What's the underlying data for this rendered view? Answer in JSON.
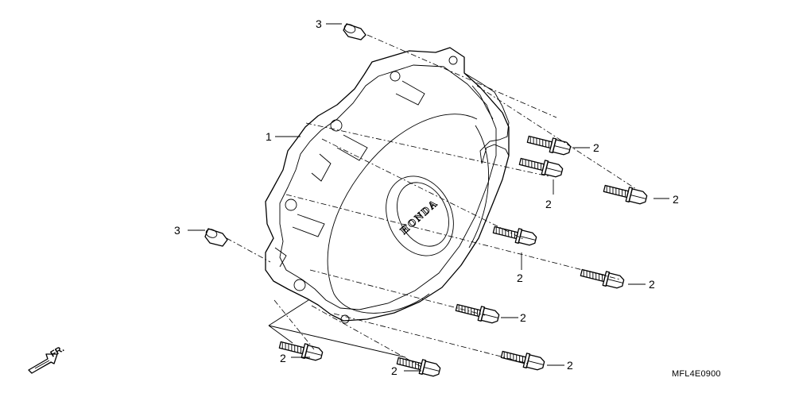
{
  "callouts": {
    "part1": "1",
    "part2": "2",
    "part3": "3"
  },
  "cover": {
    "brand": "HONDA"
  },
  "direction": {
    "label": "FR."
  },
  "diagram_code": "MFL4E0900"
}
